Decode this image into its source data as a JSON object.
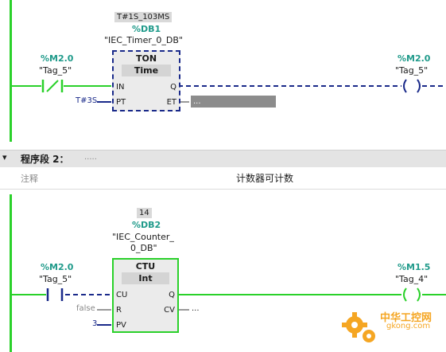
{
  "network1": {
    "instance_value": "T#1S_103MS",
    "db_operand": "%DB1",
    "db_name": "\"IEC_Timer_0_DB\"",
    "block_type": "TON",
    "data_type": "Time",
    "pins": {
      "in": "IN",
      "pt": "PT",
      "q": "Q",
      "et": "ET"
    },
    "pt_value": "T#3S",
    "et_value": "...",
    "contact": {
      "address": "%M2.0",
      "tag": "\"Tag_5\""
    },
    "coil": {
      "address": "%M2.0",
      "tag": "\"Tag_5\""
    }
  },
  "network2": {
    "collapse_glyph": "▾",
    "title": "程序段 2：",
    "title_suffix": ".....",
    "comment_label": "注释",
    "comment_text": "计数器可计数",
    "instance_value": "14",
    "db_operand": "%DB2",
    "db_name_line1": "\"IEC_Counter_",
    "db_name_line2": "0_DB\"",
    "block_type": "CTU",
    "data_type": "Int",
    "pins": {
      "cu": "CU",
      "r": "R",
      "pv": "PV",
      "q": "Q",
      "cv": "CV"
    },
    "r_value": "false",
    "pv_value": "3",
    "cv_value": "...",
    "contact": {
      "address": "%M2.0",
      "tag": "\"Tag_5\""
    },
    "coil": {
      "address": "%M1.5",
      "tag": "\"Tag_4\""
    }
  },
  "watermark": {
    "text_cn": "中华工控网",
    "text_url": "gkong.com"
  },
  "colors": {
    "rail": "#2ad12a",
    "wire_true": "#2ad12a",
    "wire_false": "#1a2a8a",
    "operand": "#1f9a8a"
  }
}
